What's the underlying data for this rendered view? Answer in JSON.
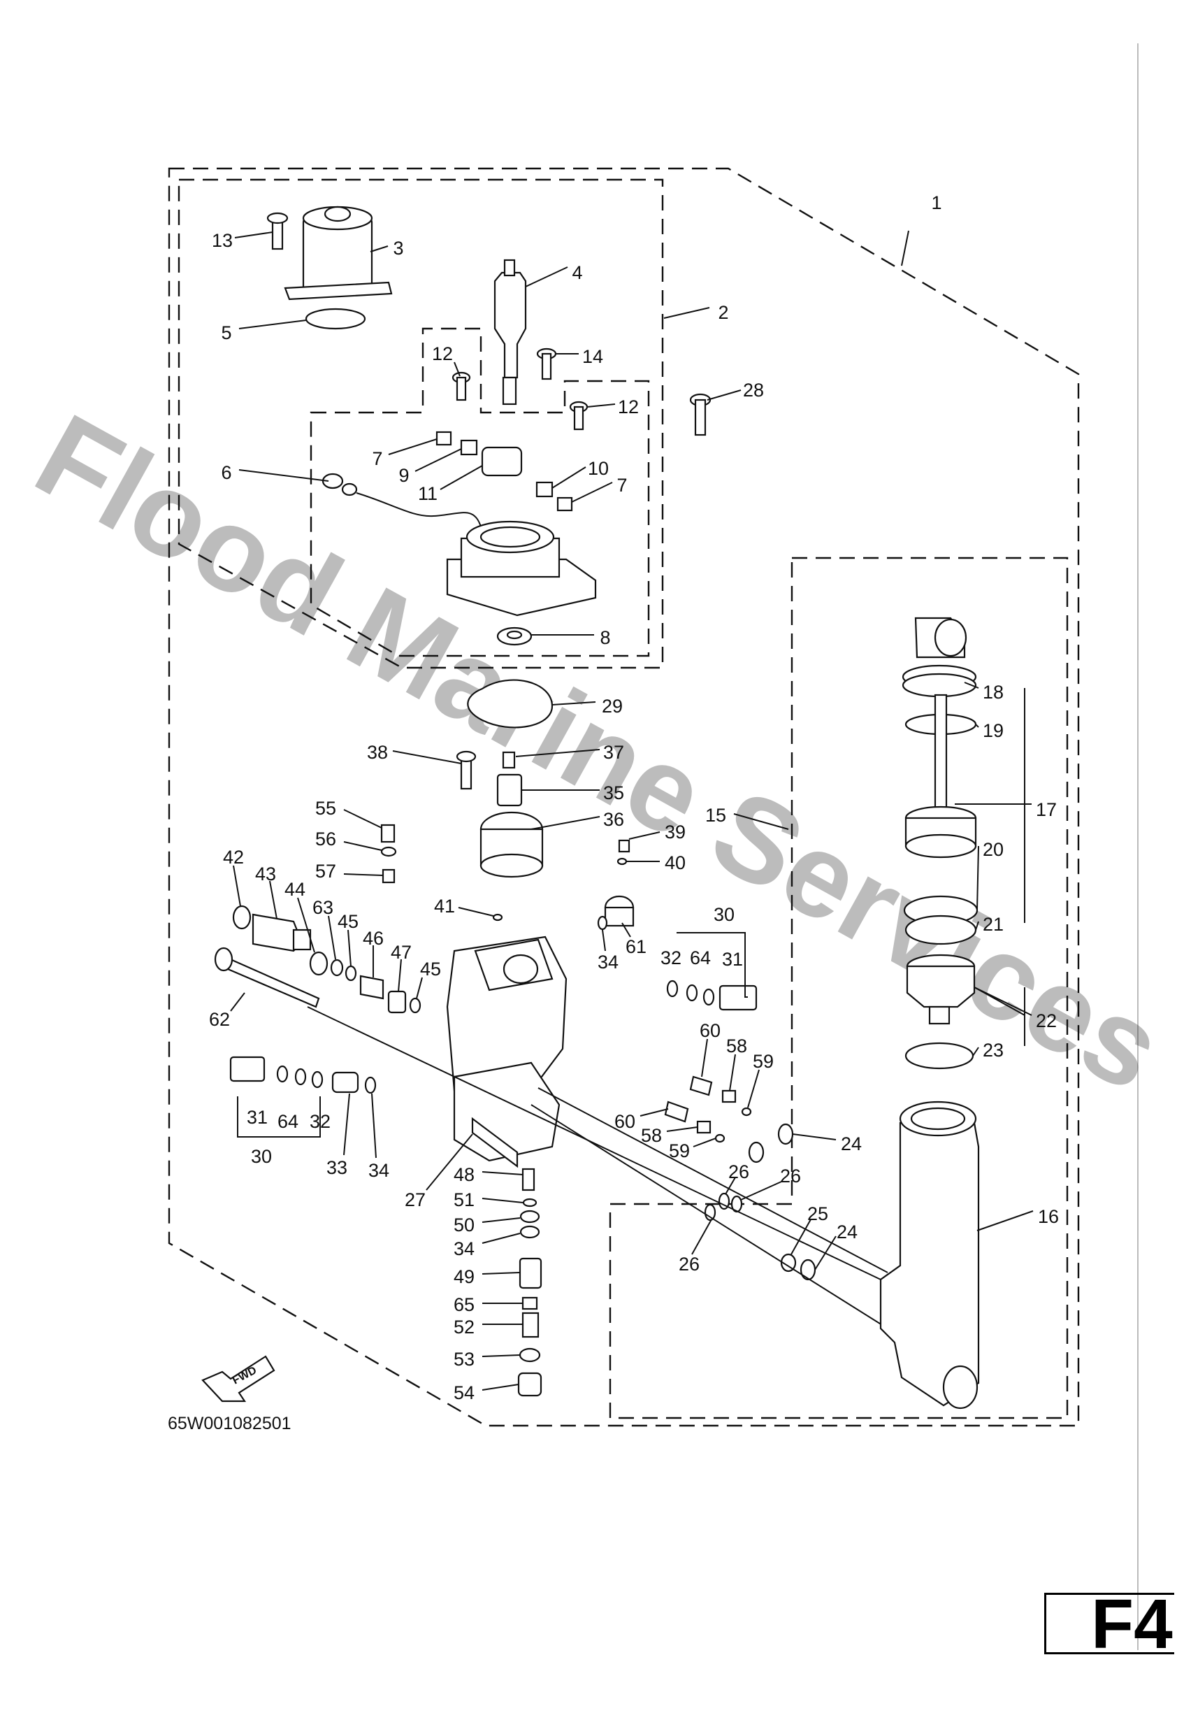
{
  "diagram_code": "65W001082501",
  "page_label": "F4",
  "watermark": "Flood Marine Services",
  "fwd_arrow": "FWD",
  "callouts": [
    {
      "id": "c1",
      "text": "1"
    },
    {
      "id": "c2",
      "text": "2"
    },
    {
      "id": "c3",
      "text": "3"
    },
    {
      "id": "c4",
      "text": "4"
    },
    {
      "id": "c5",
      "text": "5"
    },
    {
      "id": "c6",
      "text": "6"
    },
    {
      "id": "c7a",
      "text": "7"
    },
    {
      "id": "c7b",
      "text": "7"
    },
    {
      "id": "c8",
      "text": "8"
    },
    {
      "id": "c9",
      "text": "9"
    },
    {
      "id": "c10",
      "text": "10"
    },
    {
      "id": "c11",
      "text": "11"
    },
    {
      "id": "c12a",
      "text": "12"
    },
    {
      "id": "c12b",
      "text": "12"
    },
    {
      "id": "c13",
      "text": "13"
    },
    {
      "id": "c14",
      "text": "14"
    },
    {
      "id": "c15",
      "text": "15"
    },
    {
      "id": "c16",
      "text": "16"
    },
    {
      "id": "c17",
      "text": "17"
    },
    {
      "id": "c18",
      "text": "18"
    },
    {
      "id": "c19",
      "text": "19"
    },
    {
      "id": "c20",
      "text": "20"
    },
    {
      "id": "c21",
      "text": "21"
    },
    {
      "id": "c22",
      "text": "22"
    },
    {
      "id": "c23",
      "text": "23"
    },
    {
      "id": "c24a",
      "text": "24"
    },
    {
      "id": "c24b",
      "text": "24"
    },
    {
      "id": "c25",
      "text": "25"
    },
    {
      "id": "c26a",
      "text": "26"
    },
    {
      "id": "c26b",
      "text": "26"
    },
    {
      "id": "c26c",
      "text": "26"
    },
    {
      "id": "c27",
      "text": "27"
    },
    {
      "id": "c28",
      "text": "28"
    },
    {
      "id": "c29",
      "text": "29"
    },
    {
      "id": "c30a",
      "text": "30"
    },
    {
      "id": "c30b",
      "text": "30"
    },
    {
      "id": "c31a",
      "text": "31"
    },
    {
      "id": "c31b",
      "text": "31"
    },
    {
      "id": "c32a",
      "text": "32"
    },
    {
      "id": "c32b",
      "text": "32"
    },
    {
      "id": "c33",
      "text": "33"
    },
    {
      "id": "c34a",
      "text": "34"
    },
    {
      "id": "c34b",
      "text": "34"
    },
    {
      "id": "c34c",
      "text": "34"
    },
    {
      "id": "c35",
      "text": "35"
    },
    {
      "id": "c36",
      "text": "36"
    },
    {
      "id": "c37",
      "text": "37"
    },
    {
      "id": "c38",
      "text": "38"
    },
    {
      "id": "c39",
      "text": "39"
    },
    {
      "id": "c40",
      "text": "40"
    },
    {
      "id": "c41",
      "text": "41"
    },
    {
      "id": "c42",
      "text": "42"
    },
    {
      "id": "c43",
      "text": "43"
    },
    {
      "id": "c44",
      "text": "44"
    },
    {
      "id": "c45a",
      "text": "45"
    },
    {
      "id": "c45b",
      "text": "45"
    },
    {
      "id": "c46",
      "text": "46"
    },
    {
      "id": "c47",
      "text": "47"
    },
    {
      "id": "c48",
      "text": "48"
    },
    {
      "id": "c49",
      "text": "49"
    },
    {
      "id": "c50",
      "text": "50"
    },
    {
      "id": "c51",
      "text": "51"
    },
    {
      "id": "c52",
      "text": "52"
    },
    {
      "id": "c53",
      "text": "53"
    },
    {
      "id": "c54",
      "text": "54"
    },
    {
      "id": "c55",
      "text": "55"
    },
    {
      "id": "c56",
      "text": "56"
    },
    {
      "id": "c57",
      "text": "57"
    },
    {
      "id": "c58a",
      "text": "58"
    },
    {
      "id": "c58b",
      "text": "58"
    },
    {
      "id": "c59a",
      "text": "59"
    },
    {
      "id": "c59b",
      "text": "59"
    },
    {
      "id": "c60a",
      "text": "60"
    },
    {
      "id": "c60b",
      "text": "60"
    },
    {
      "id": "c61",
      "text": "61"
    },
    {
      "id": "c62",
      "text": "62"
    },
    {
      "id": "c63",
      "text": "63"
    },
    {
      "id": "c64a",
      "text": "64"
    },
    {
      "id": "c64b",
      "text": "64"
    },
    {
      "id": "c65",
      "text": "65"
    }
  ]
}
